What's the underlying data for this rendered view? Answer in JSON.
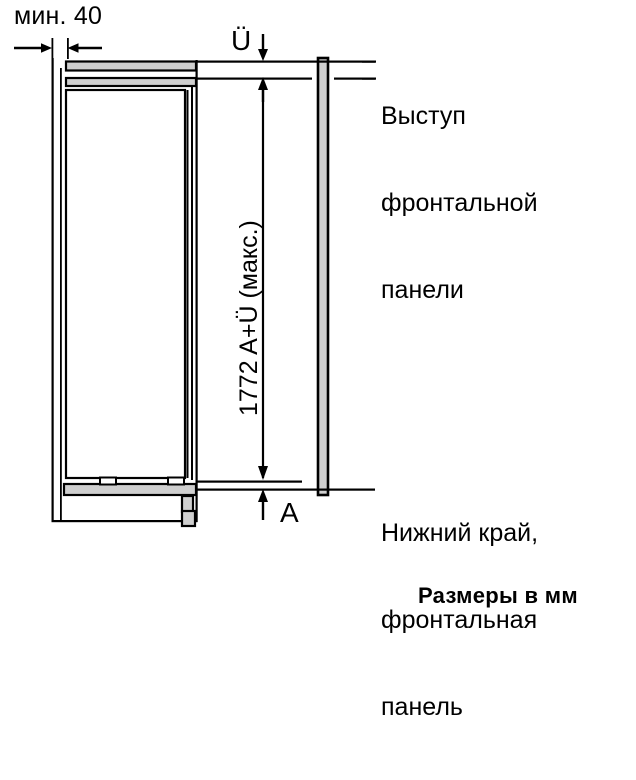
{
  "figure": {
    "type": "technical-dimension-drawing",
    "subject": "built-in refrigerator niche installation dimensions",
    "units_note": "Размеры в мм",
    "labels": {
      "min_gap": "мин. 40",
      "overlap_top": "Ü",
      "gap_bottom": "A",
      "total_height": "1772 A+Ü (макс.)",
      "callout_top": "Выступ\nфронтальной\nпанели",
      "callout_top_lines": [
        "Выступ",
        "фронтальной",
        "панели"
      ],
      "callout_bottom": "Нижний край,\nфронтальная\nпанель",
      "callout_bottom_lines": [
        "Нижний край,",
        "фронтальная",
        "панель"
      ]
    },
    "dimensions": {
      "min_gap_value": "40",
      "total_height_value": "1772",
      "total_height_expression": "A+Ü (макс.)"
    },
    "colors": {
      "line": "#000000",
      "panel_fill": "#cfcfcf",
      "background": "#ffffff"
    }
  }
}
